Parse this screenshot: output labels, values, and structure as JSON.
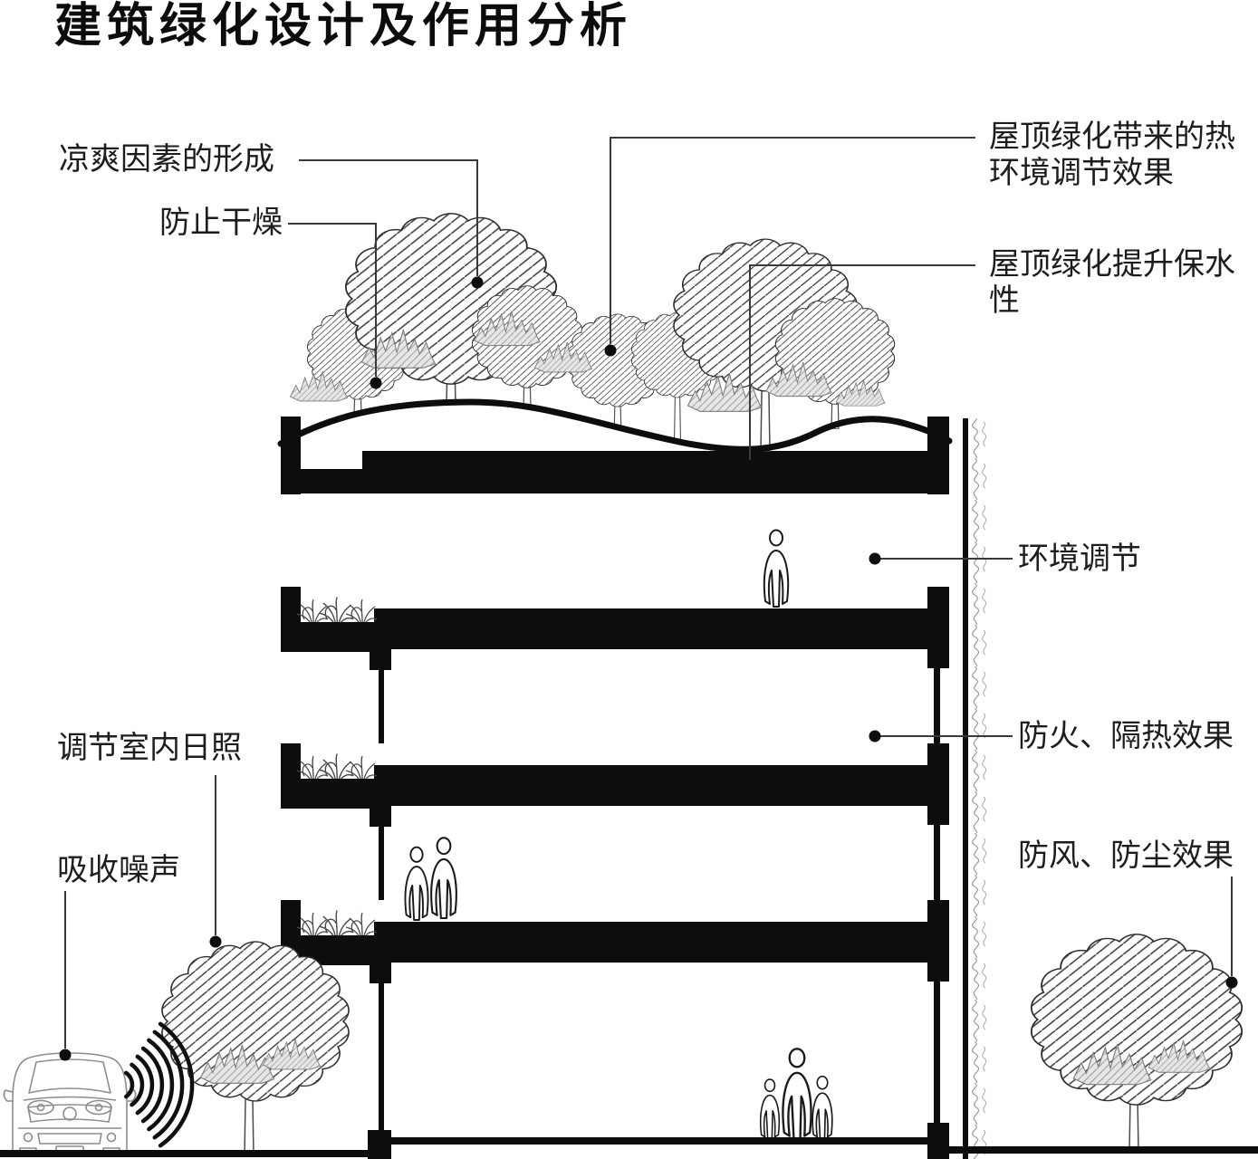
{
  "title": "建筑绿化设计及作用分析",
  "annotations": {
    "cooling": "凉爽因素的形成",
    "dryness": "防止干燥",
    "sunlight": "调节室内日照",
    "noise": "吸收噪声",
    "roof_thermal": "屋顶绿化带来的热环境调节效果",
    "roof_water": "屋顶绿化提升保水性",
    "env_regulation": "环境调节",
    "fire_insulation": "防火、隔热效果",
    "wind_dust": "防风、防尘效果"
  },
  "colors": {
    "ink": "#0d0d0d",
    "leader_line": "#3a3a3a",
    "sketch": "#8c8c8c",
    "shrub_fill": "#e6e6e6"
  }
}
